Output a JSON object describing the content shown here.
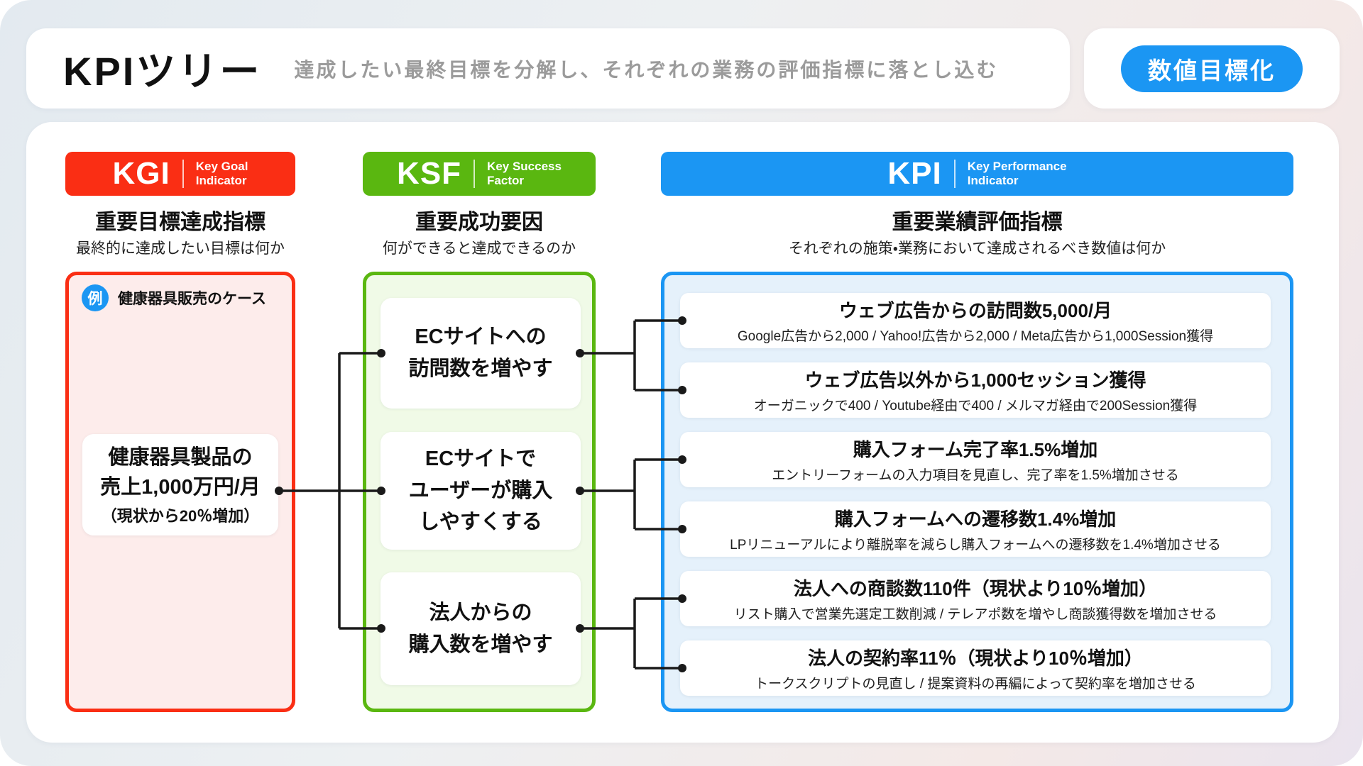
{
  "header": {
    "title": "KPIツリー",
    "subtitle": "達成したい最終目標を分解し、それぞれの業務の評価指標に落とし込む",
    "badge_label": "数値目標化"
  },
  "colors": {
    "kgi": "#fa2e14",
    "kgi_light": "#fdeceb",
    "ksf": "#5ab710",
    "ksf_light": "#f0fae7",
    "kpi": "#1b96f3",
    "kpi_light": "#e5f1fb",
    "line": "#1a1a1a"
  },
  "kgi": {
    "abbr": "KGI",
    "name_line1": "Key Goal",
    "name_line2": "Indicator",
    "title": "重要目標達成指標",
    "subtitle": "最終的に達成したい目標は何か",
    "example_badge": "例",
    "example_label": "健康器具販売のケース",
    "card_line1": "健康器具製品の",
    "card_line2": "売上1,000万円/月",
    "card_line3": "（現状から20％増加）"
  },
  "ksf": {
    "abbr": "KSF",
    "name_line1": "Key Success",
    "name_line2": "Factor",
    "title": "重要成功要因",
    "subtitle": "何ができると達成できるのか",
    "items": [
      {
        "lines": [
          "ECサイトへの",
          "訪問数を増やす"
        ]
      },
      {
        "lines": [
          "ECサイトで",
          "ユーザーが購入",
          "しやすくする"
        ]
      },
      {
        "lines": [
          "法人からの",
          "購入数を増やす"
        ]
      }
    ]
  },
  "kpi": {
    "abbr": "KPI",
    "name_line1": "Key Performance",
    "name_line2": "Indicator",
    "title": "重要業績評価指標",
    "subtitle": "それぞれの施策・業務において達成されるべき数値は何か",
    "items": [
      {
        "title": "ウェブ広告からの訪問数5,000/月",
        "desc": "Google広告から2,000 / Yahoo!広告から2,000 / Meta広告から1,000Session獲得"
      },
      {
        "title": "ウェブ広告以外から1,000セッション獲得",
        "desc": "オーガニックで400 / Youtube経由で400 / メルマガ経由で200Session獲得"
      },
      {
        "title": "購入フォーム完了率1.5%増加",
        "desc": "エントリーフォームの入力項目を見直し、完了率を1.5%増加させる"
      },
      {
        "title": "購入フォームへの遷移数1.4%増加",
        "desc": "LPリニューアルにより離脱率を減らし購入フォームへの遷移数を1.4%増加させる"
      },
      {
        "title": "法人への商談数110件（現状より10％増加）",
        "desc": "リスト購入で営業先選定工数削減 / テレアポ数を増やし商談獲得数を増加させる"
      },
      {
        "title": "法人の契約率11％（現状より10％増加）",
        "desc": "トークスクリプトの見直し / 提案資料の再編によって契約率を増加させる"
      }
    ]
  }
}
